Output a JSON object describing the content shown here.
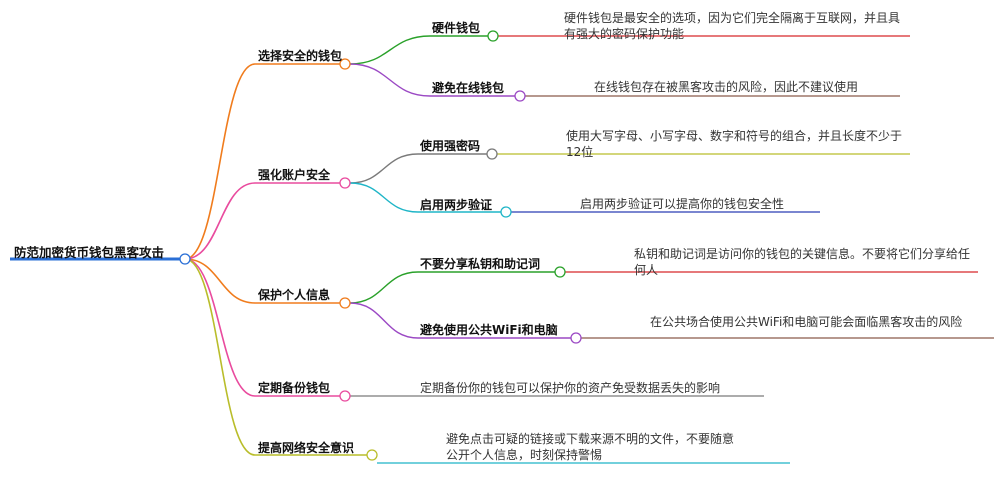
{
  "root": {
    "label": "防范加密货币钱包黑客攻击"
  },
  "branches": [
    {
      "label": "选择安全的钱包",
      "color": "#f07c1d",
      "children": [
        {
          "label": "硬件钱包",
          "color": "#2aa12a",
          "desc": "硬件钱包是最安全的选项，因为它们完全隔离于互联网，并且具有强大的密码保护功能",
          "desc_color": "#d6282b"
        },
        {
          "label": "避免在线钱包",
          "color": "#9b49c4",
          "desc": "在线钱包存在被黑客攻击的风险，因此不建议使用",
          "desc_color": "#8b5a4a"
        }
      ]
    },
    {
      "label": "强化账户安全",
      "color": "#e94b9e",
      "children": [
        {
          "label": "使用强密码",
          "color": "#7a7a7a",
          "desc": "使用大写字母、小写字母、数字和符号的组合，并且长度不少于12位",
          "desc_color": "#b9bd2a"
        },
        {
          "label": "启用两步验证",
          "color": "#1fb5c7",
          "desc": "启用两步验证可以提高你的钱包安全性",
          "desc_color": "#2a3fb5"
        }
      ]
    },
    {
      "label": "保护个人信息",
      "color": "#f07c1d",
      "children": [
        {
          "label": "不要分享私钥和助记词",
          "color": "#2aa12a",
          "desc": "私钥和助记词是访问你的钱包的关键信息。不要将它们分享给任何人",
          "desc_color": "#d6282b"
        },
        {
          "label": "避免使用公共WiFi和电脑",
          "color": "#9b49c4",
          "desc": "在公共场合使用公共WiFi和电脑可能会面临黑客攻击的风险",
          "desc_color": "#8b5a4a"
        }
      ]
    },
    {
      "label": "定期备份钱包",
      "color": "#e94b9e",
      "desc": "定期备份你的钱包可以保护你的资产免受数据丢失的影响",
      "desc_color": "#7a7a7a"
    },
    {
      "label": "提高网络安全意识",
      "color": "#b9bd2a",
      "desc": "避免点击可疑的链接或下载来源不明的文件，不要随意公开个人信息，时刻保持警惕",
      "desc_color": "#1fb5c7"
    }
  ]
}
